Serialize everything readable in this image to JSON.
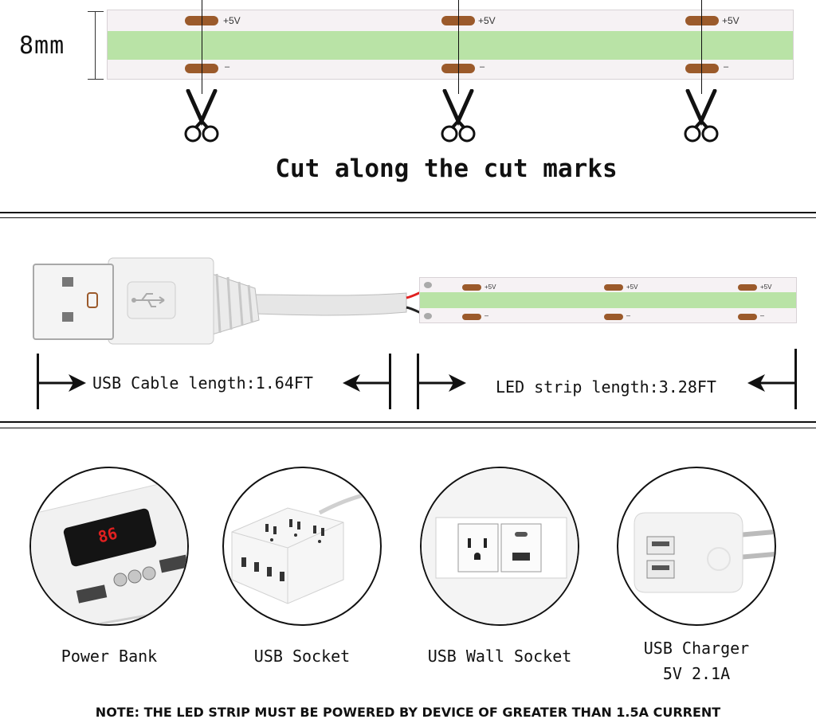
{
  "top": {
    "width_label": "8mm",
    "positive_label": "+5V",
    "negative_label": "–",
    "cut_caption": "Cut along the cut marks"
  },
  "middle": {
    "usb_cable_label": "USB Cable length:1.64FT",
    "led_strip_label": "LED strip length:3.28FT",
    "small_positive_label": "+5V",
    "small_negative_label": "–"
  },
  "devices": [
    {
      "name": "Power Bank"
    },
    {
      "name": "USB Socket"
    },
    {
      "name": "USB Wall Socket"
    },
    {
      "name": "USB Charger",
      "name2": "5V 2.1A"
    }
  ],
  "powerbank_display": "86",
  "note": "NOTE: THE LED STRIP MUST BE POWERED BY DEVICE OF GREATER THAN 1.5A CURRENT",
  "colors": {
    "strip_green": "#b9e3a6",
    "pad_brown": "#9b5a2b",
    "wire_red": "#e02020"
  }
}
